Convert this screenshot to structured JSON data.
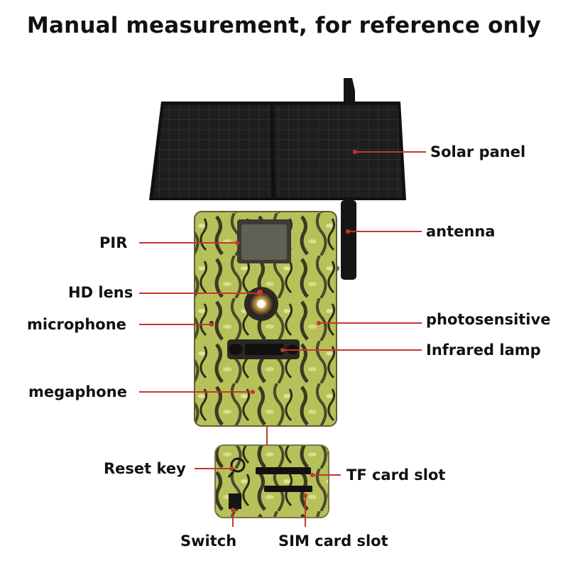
{
  "title": "Manual measurement, for reference only",
  "labels": {
    "solar_panel": "Solar panel",
    "antenna": "antenna",
    "pir": "PIR",
    "hd_lens": "HD lens",
    "microphone": "microphone",
    "photosensitive": "photosensitive",
    "infrared_lamp": "Infrared lamp",
    "megaphone": "megaphone",
    "reset_key": "Reset key",
    "tf_card_slot": "TF card slot",
    "switch": "Switch",
    "sim_card_slot": "SIM card slot"
  },
  "colors": {
    "leader_line": "#c0392b",
    "camouflage_base": "#b7c15a",
    "solar_cell": "#1b1d1f"
  }
}
